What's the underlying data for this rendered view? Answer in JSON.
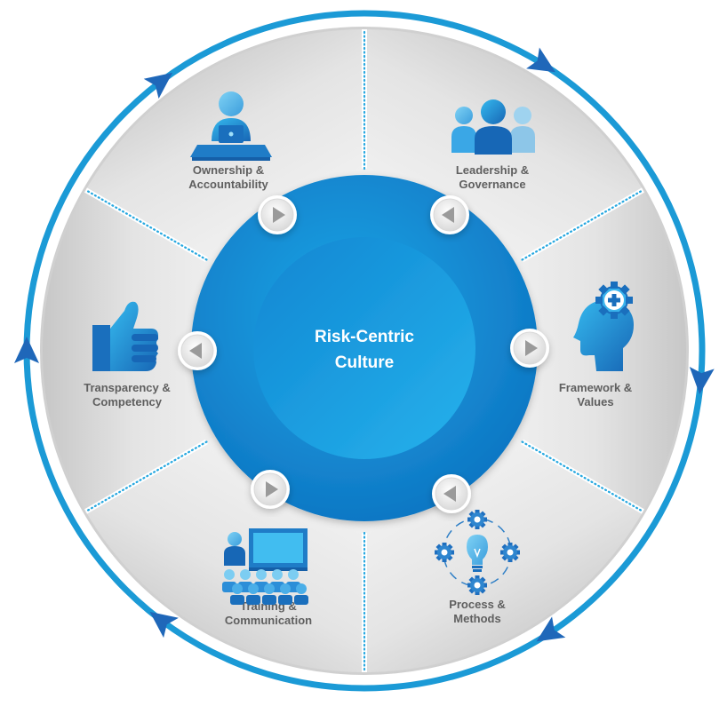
{
  "center": {
    "line1": "Risk-Centric",
    "line2": "Culture"
  },
  "segments": [
    {
      "id": "ownership",
      "line1": "Ownership &",
      "line2": "Accountability",
      "icon": "person-at-desk-icon",
      "arrow": "right"
    },
    {
      "id": "leadership",
      "line1": "Leadership &",
      "line2": "Governance",
      "icon": "team-group-icon",
      "arrow": "left"
    },
    {
      "id": "framework",
      "line1": "Framework &",
      "line2": "Values",
      "icon": "head-gear-icon",
      "arrow": "right"
    },
    {
      "id": "process",
      "line1": "Process &",
      "line2": "Methods",
      "icon": "lightbulb-gears-cycle-icon",
      "arrow": "left"
    },
    {
      "id": "training",
      "line1": "Training &",
      "line2": "Communication",
      "icon": "classroom-presentation-icon",
      "arrow": "right"
    },
    {
      "id": "transparency",
      "line1": "Transparency &",
      "line2": "Competency",
      "icon": "thumbs-up-icon",
      "arrow": "left"
    }
  ],
  "colors": {
    "ring": "#1b9ad6",
    "ring_arrow": "#1f67b9",
    "segment_light": "#f4f4f4",
    "segment_dark": "#c9c9c9",
    "divider": "#27a8e0",
    "center_outer": "#1484cf",
    "center_inner": "#1596dc",
    "text_gray": "#5f5f5f"
  }
}
